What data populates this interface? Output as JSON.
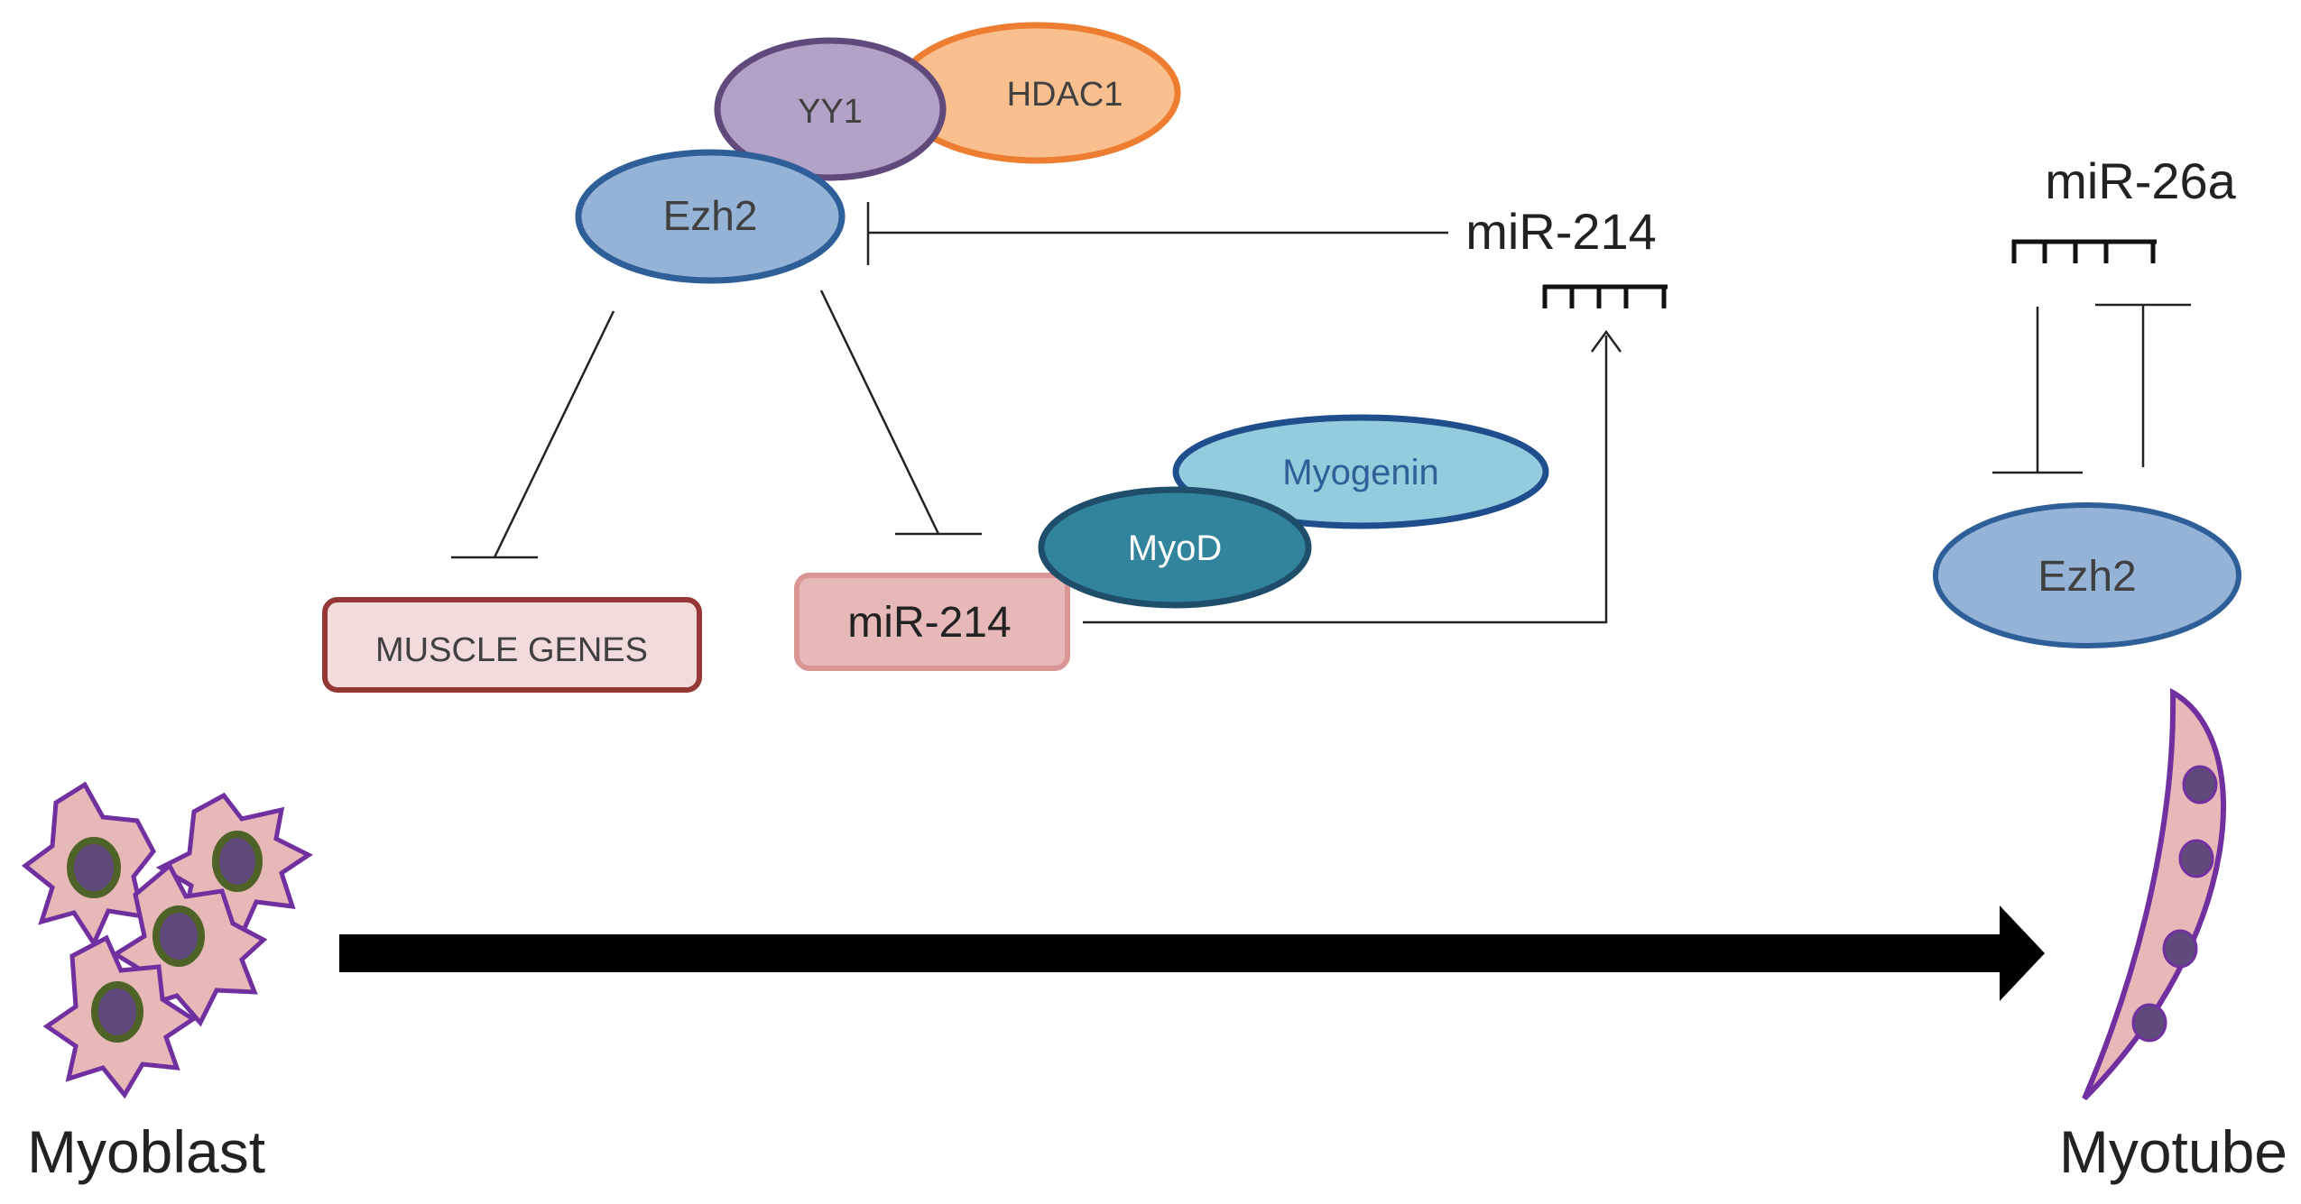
{
  "nodes": {
    "hdac1": "HDAC1",
    "yy1": "YY1",
    "ezh2_left": "Ezh2",
    "mir214_top": "miR-214",
    "mir26a": "miR-26a",
    "myogenin": "Myogenin",
    "myod": "MyoD",
    "muscle_genes": "MUSCLE GENES",
    "mir214_box": "miR-214",
    "ezh2_right": "Ezh2"
  },
  "cells": {
    "myoblast_label": "Myoblast",
    "myotube_label": "Myotube"
  },
  "colors": {
    "hdac1_fill": "#f9bf8f",
    "hdac1_stroke": "#ed7d31",
    "yy1_fill": "#b3a2c7",
    "yy1_stroke": "#604a7b",
    "ezh2_fill": "#95b3d7",
    "ezh2_stroke": "#2e5f98",
    "myogenin_fill": "#93cddd",
    "myogenin_stroke": "#1f4e8c",
    "myod_fill": "#31849b",
    "myod_stroke": "#1f4e6b",
    "muscle_box_fill": "#f2dcdb",
    "muscle_box_stroke": "#953735",
    "mir_box_fill": "#e6b9b8",
    "mir_box_stroke": "#d99694",
    "cell_fill": "#e6b9b8",
    "cell_stroke": "#7030a0",
    "nucleus_fill": "#604a7b",
    "nucleus_ring": "#4f6228"
  }
}
